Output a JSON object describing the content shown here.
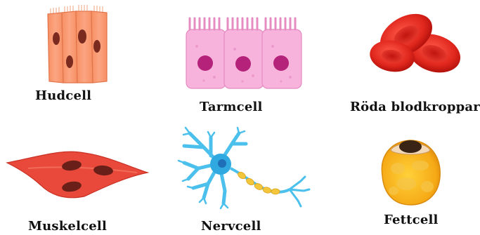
{
  "cells": [
    {
      "id": "hudcell",
      "label": "Hudcell",
      "icon": "skin-cell-icon",
      "color": "#f59a6e"
    },
    {
      "id": "tarmcell",
      "label": "Tarmcell",
      "icon": "intestinal-cell-icon",
      "color": "#f6a8d4"
    },
    {
      "id": "roda-blodkroppar",
      "label": "Röda blodkroppar",
      "icon": "red-blood-cell-icon",
      "color": "#d92b22"
    },
    {
      "id": "muskelcell",
      "label": "Muskelcell",
      "icon": "muscle-cell-icon",
      "color": "#e8493a"
    },
    {
      "id": "nervcell",
      "label": "Nervcell",
      "icon": "nerve-cell-icon",
      "color": "#3fb8e6"
    },
    {
      "id": "fettcell",
      "label": "Fettcell",
      "icon": "fat-cell-icon",
      "color": "#f5b21c"
    }
  ]
}
